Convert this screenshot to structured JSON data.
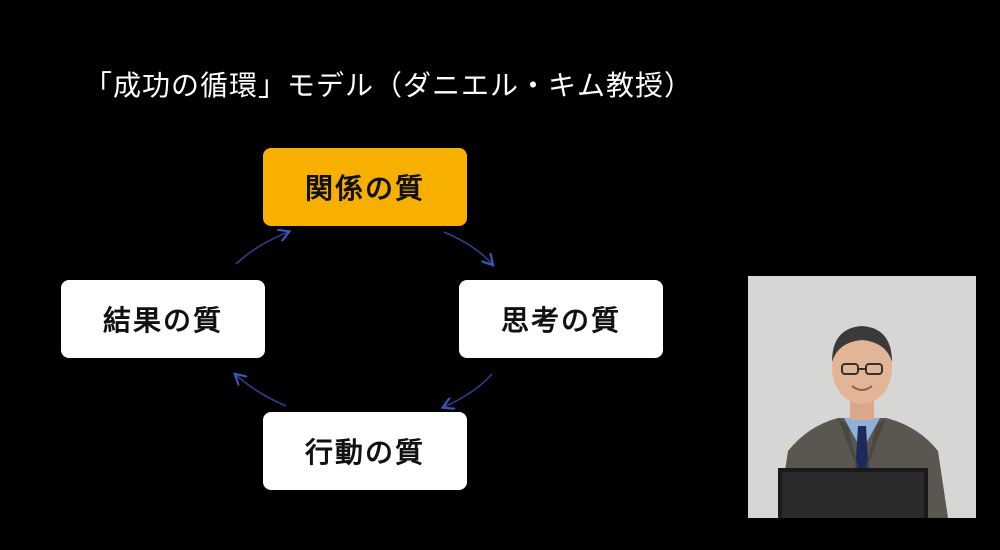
{
  "slide": {
    "title": "「成功の循環」モデル（ダニエル・キム教授）",
    "cycle": {
      "top": "関係の質",
      "right": "思考の質",
      "bottom": "行動の質",
      "left": "結果の質"
    },
    "colors": {
      "background": "#000000",
      "box": "#ffffff",
      "highlight": "#f7b000",
      "arrow": "#2a3f8f"
    }
  },
  "webcam": {
    "icon": "presenter-video-feed"
  }
}
